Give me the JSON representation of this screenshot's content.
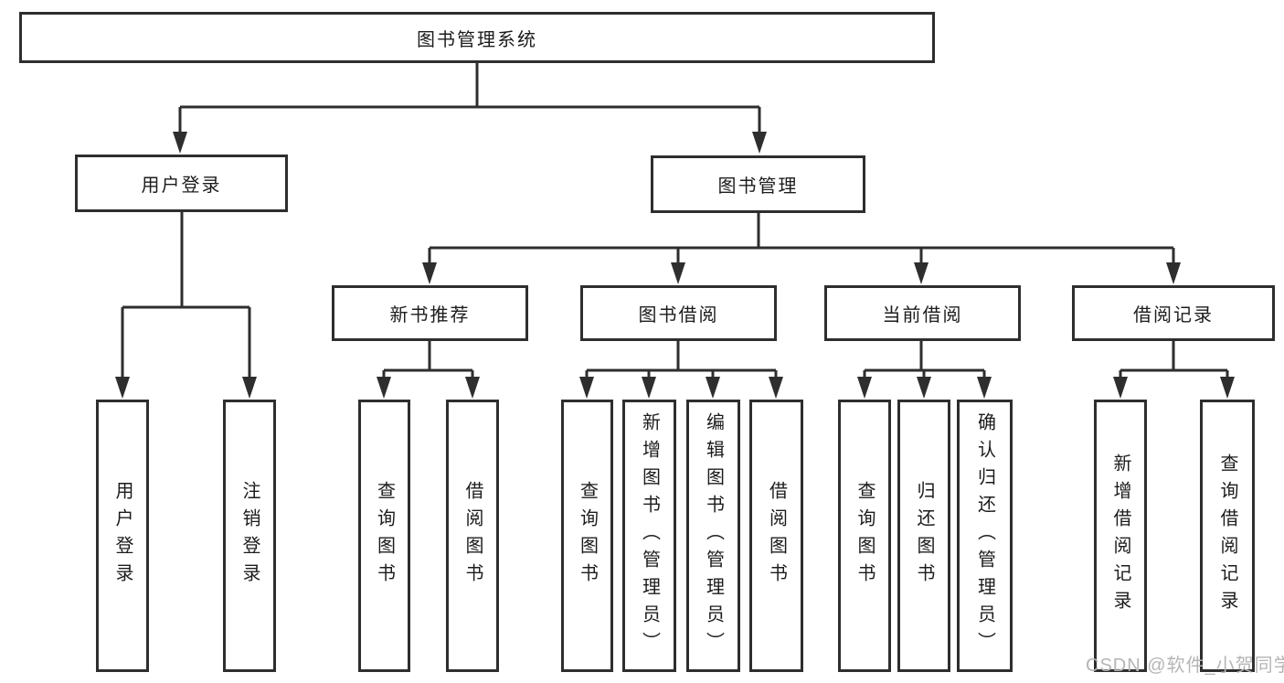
{
  "diagram": {
    "root": {
      "label": "图书管理系统"
    },
    "branches": [
      {
        "label": "用户登录",
        "children": [
          {
            "label": "用户登录"
          },
          {
            "label": "注销登录"
          }
        ]
      },
      {
        "label": "图书管理",
        "children": [
          {
            "label": "新书推荐",
            "children": [
              {
                "label": "查询图书"
              },
              {
                "label": "借阅图书"
              }
            ]
          },
          {
            "label": "图书借阅",
            "children": [
              {
                "label": "查询图书"
              },
              {
                "label": "新增图书（管理员）"
              },
              {
                "label": "编辑图书（管理员）"
              },
              {
                "label": "借阅图书"
              }
            ]
          },
          {
            "label": "当前借阅",
            "children": [
              {
                "label": "查询图书"
              },
              {
                "label": "归还图书"
              },
              {
                "label": "确认归还（管理员）"
              }
            ]
          },
          {
            "label": "借阅记录",
            "children": [
              {
                "label": "新增借阅记录"
              },
              {
                "label": "查询借阅记录"
              }
            ]
          }
        ]
      }
    ]
  },
  "watermark": {
    "text": "CSDN @软件_小贺同学"
  },
  "colors": {
    "line": "#2e2e2e",
    "text": "#1c1c1c",
    "watermark": "#b5b5b5",
    "background": "#ffffff"
  }
}
